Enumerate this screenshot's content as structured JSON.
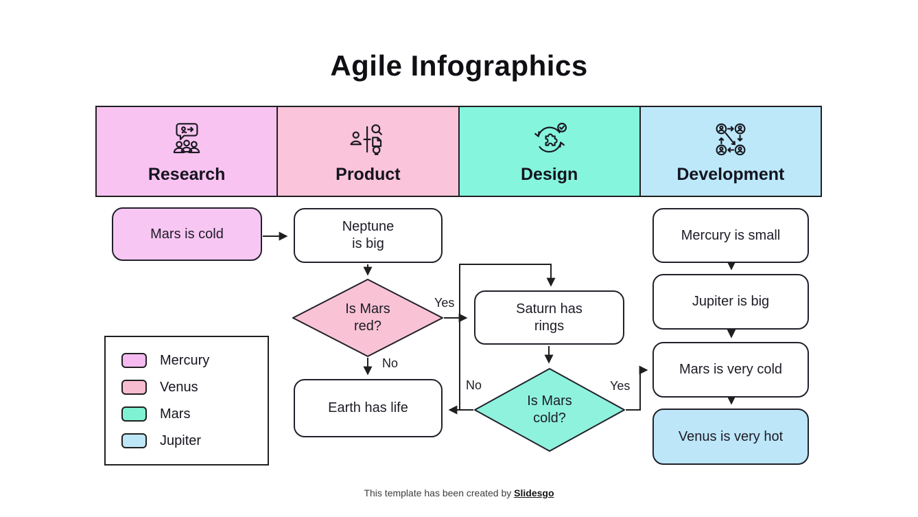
{
  "title": "Agile Infographics",
  "phases": [
    {
      "label": "Research",
      "color": "#F9C3F1",
      "icon": "audience-discussion-icon"
    },
    {
      "label": "Product",
      "color": "#FAC4DA",
      "icon": "product-research-icon"
    },
    {
      "label": "Design",
      "color": "#86F5DE",
      "icon": "design-iteration-icon"
    },
    {
      "label": "Development",
      "color": "#BCE8FA",
      "icon": "team-workflow-icon"
    }
  ],
  "flowchart": {
    "nodes": {
      "mars_cold": {
        "lines": [
          "Mars is cold"
        ],
        "fill": "#F8C6F3"
      },
      "neptune_big": {
        "lines": [
          "Neptune",
          "is big"
        ],
        "fill": "#FFFFFF"
      },
      "is_mars_red": {
        "lines": [
          "Is Mars",
          "red?"
        ],
        "fill": "#F9C3D5"
      },
      "saturn_rings": {
        "lines": [
          "Saturn has",
          "rings"
        ],
        "fill": "#FFFFFF"
      },
      "earth_life": {
        "lines": [
          "Earth has life"
        ],
        "fill": "#FFFFFF"
      },
      "is_mars_cold": {
        "lines": [
          "Is Mars",
          "cold?"
        ],
        "fill": "#8FF2DD"
      },
      "mercury_small": {
        "lines": [
          "Mercury is small"
        ],
        "fill": "#FFFFFF"
      },
      "jupiter_big": {
        "lines": [
          "Jupiter is big"
        ],
        "fill": "#FFFFFF"
      },
      "mars_very_cold": {
        "lines": [
          "Mars is very cold"
        ],
        "fill": "#FFFFFF"
      },
      "venus_very_hot": {
        "lines": [
          "Venus is very hot"
        ],
        "fill": "#BDE6F8"
      }
    },
    "labels": {
      "red_yes": "Yes",
      "red_no": "No",
      "cold_no": "No",
      "cold_yes": "Yes"
    }
  },
  "legend": {
    "items": [
      {
        "label": "Mercury",
        "color": "#F5BAEF"
      },
      {
        "label": "Venus",
        "color": "#F8BCD0"
      },
      {
        "label": "Mars",
        "color": "#7EF2D3"
      },
      {
        "label": "Jupiter",
        "color": "#BDE7F6"
      }
    ]
  },
  "footer": {
    "text": "This template has been created by",
    "brand": "Slidesgo"
  }
}
